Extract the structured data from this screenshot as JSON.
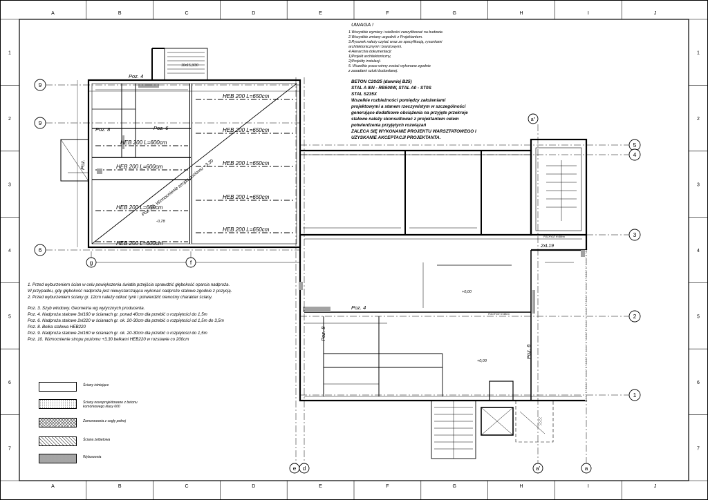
{
  "sheet": {
    "columns": [
      "A",
      "B",
      "C",
      "D",
      "E",
      "F",
      "G",
      "H",
      "I",
      "J"
    ],
    "rows": [
      "1",
      "2",
      "3",
      "4",
      "5",
      "6",
      "7"
    ]
  },
  "axes": {
    "left_labels": [
      "9",
      "9",
      "6"
    ],
    "bottom_left": [
      "g",
      "f"
    ],
    "bottom_right": [
      "e",
      "d",
      "a'",
      "a"
    ],
    "right_labels": [
      "5",
      "4",
      "3",
      "2",
      "1"
    ],
    "top_a": "a''"
  },
  "beams": [
    "HEB 200 L=650cm",
    "HEB 200 L=650cm",
    "HEB 200 L=650cm",
    "HEB 200 L=650cm",
    "HEB 200 L=650cm",
    "HEB 200 L=600cm",
    "HEB 200 L=600cm",
    "HEB 200 L=600cm",
    "HEB 200 L=600cm"
  ],
  "plan_labels": {
    "poz4_top": "Poz. 4",
    "poz8": "Poz. 8",
    "poz6_top": "Poz. 6",
    "poz_left": "Poz.",
    "poz12": "Poz. 12. Wzmocnienie stropu poziomu +3,30",
    "level_neg": "-0,78",
    "level_1": "+0,00",
    "level_2": "+0,00",
    "poz4_bottom": "Poz. 4",
    "poz8_bottom": "Poz. 8",
    "poz6_right": "Poz. 6",
    "lintel": "2xL19",
    "stair_top": "10x15,3/30",
    "rooftop": "POCHYLE H=98cm",
    "rooftop2": "POCHYLE H=98cm"
  },
  "uwaga": {
    "title": "UWAGA !",
    "lines": [
      "1.Wszystkie wymiary i wielkości zweryfikować na budowie.",
      "2.Wszystkie zmiany uzgodnić z Projektantem.",
      "3.Rysunek należy czytać wraz ze specyfikacją, rysunkami",
      "   architektonicznymi i branżowymi.",
      "4.Hierarchia dokumentacji:",
      "   1)Projekt architektoniczny,",
      "   2)Projekty instalacji.",
      "5. Wszelkie prace winny zostać wykonane zgodnie",
      "   z zasadami sztuki budowlanej."
    ]
  },
  "materials": [
    "BETON C20/25 (dawniej B25)",
    "STAL A IIIN - RB500W, STAL A0 - ST0S",
    "STAL S235X"
  ],
  "bold_notes": [
    "Wszelkie rozbieżności pomiędzy założeniami",
    "projektowymi a stanem rzeczywistym w szczególności",
    "generujące dodatkowe obciążenia na przyjęte przekroje",
    "stalowe należy skonsultować z projektantem celem",
    "potwierdzenia przyjętych rozwiązań",
    "ZALECA SIĘ WYKONANIE PROJEKTU WARSZTATOWEGO I",
    "UZYSKANIE AKCEPTACJI PROJEKTANTA."
  ],
  "notes": [
    "1. Przed wyburzeniem ścian w celu powiększenia światła przejścia sprawdzić głębokość oparcia nadproża.",
    "   W przypadku, gdy głębokość nadproża jest niewystarczająca wykonać nadproże stalowe zgodnie z pozycją.",
    "2. Przed wyburzeniem ściany gr. 12cm należy odkuć tynk i potwierdzić nienośny charakter ściany.",
    "",
    "Poz. 3. Szyb windowy. Geometria wg wytycznych producenta.",
    "Poz. 4. Nadproża stalowe 3xI160 w ścianach gr. ponad 40cm dla przebić o rozpiętości do 1,5m",
    "Poz. 6. Nadproża stalowe 2xI220 w ścianach gr. ok. 20-30cm dla przebić o rozpiętości od 1,5m do 3,5m",
    "Poz. 8. Belka stalowa HEB220",
    "Poz. 9. Nadproża stalowe 2xI160 w ścianach gr. ok. 20-30cm dla przebić o rozpiętości do 1,5m",
    "Poz. 10. Wzmocnienie stropu poziomu +3,30 belkami HEB220 w rozstawie co 200cm"
  ],
  "legend": [
    "Ściany istniejące",
    "Ściany nowoprojektowane z betonu komórkowego klasy 600",
    "Zamurowania z cegły pełnej",
    "Ściana żelbetowa",
    "Wyburzenia"
  ]
}
